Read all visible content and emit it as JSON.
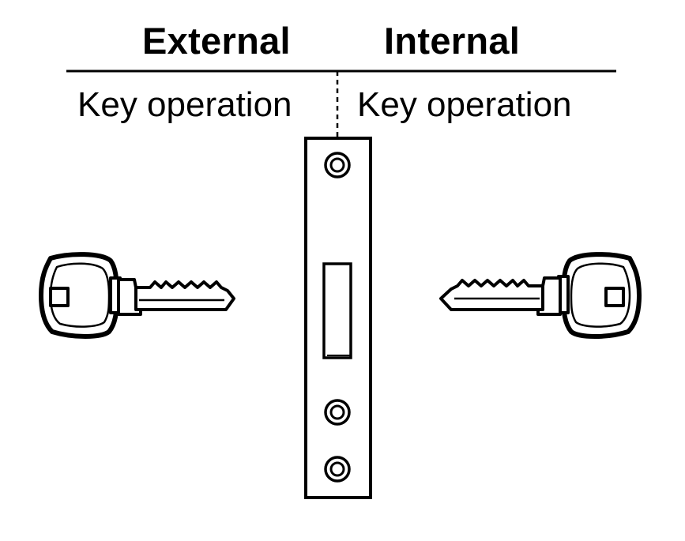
{
  "headings": {
    "external": "External",
    "internal": "Internal"
  },
  "operations": {
    "external": "Key operation",
    "internal": "Key operation"
  },
  "illustration": {
    "items": [
      "key-icon",
      "lock-faceplate-icon",
      "key-icon"
    ],
    "line_color": "#000000",
    "background": "#ffffff"
  }
}
